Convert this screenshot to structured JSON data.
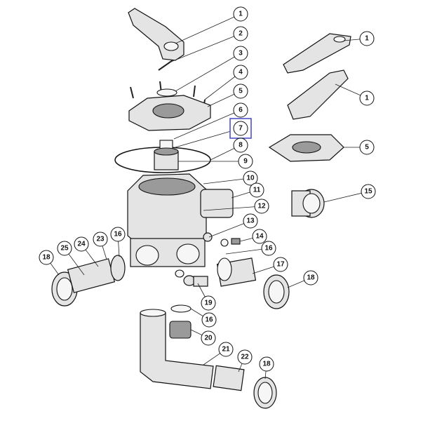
{
  "diagram": {
    "callouts": [
      "1",
      "2",
      "3",
      "4",
      "5",
      "6",
      "7",
      "8",
      "9",
      "10",
      "11",
      "12",
      "13",
      "14",
      "16",
      "17",
      "18",
      "15",
      "1",
      "1",
      "5",
      "18",
      "25",
      "24",
      "23",
      "16",
      "19",
      "16",
      "20",
      "21",
      "22",
      "18"
    ],
    "highlighted_callout": "7",
    "highlight_color": "#5050c8"
  }
}
